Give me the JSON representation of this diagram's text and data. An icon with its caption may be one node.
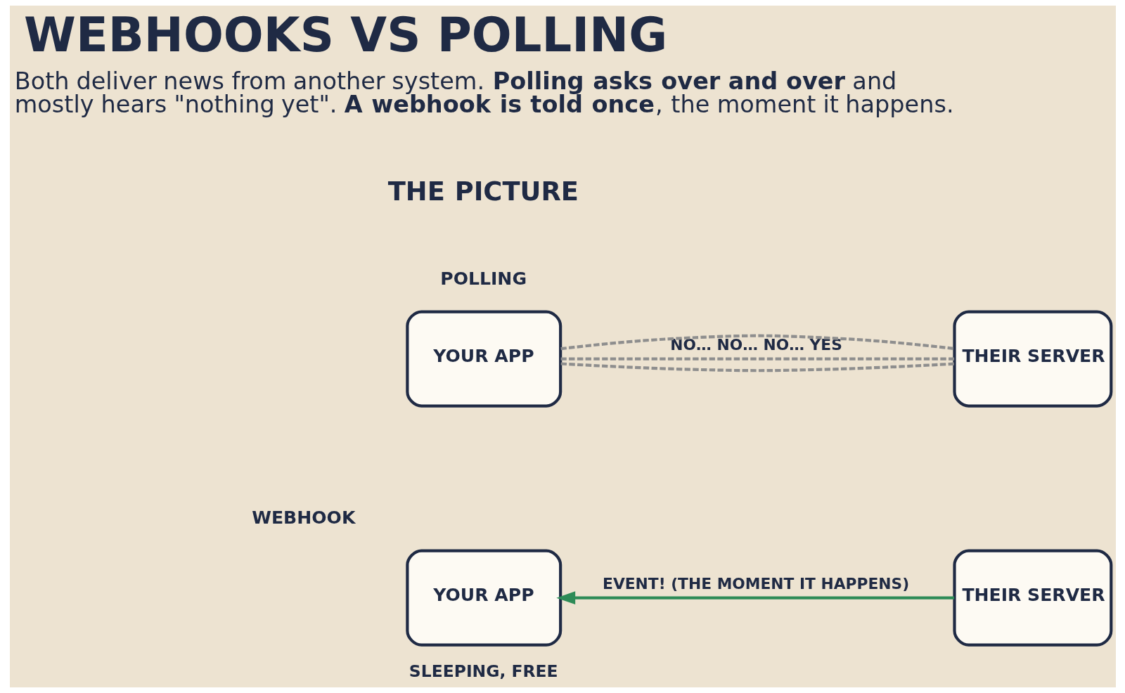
{
  "diagram": {
    "title": "WEBHOOKS VS POLLING",
    "nodes": [
      {
        "text": [
          "YOUR APP"
        ]
      },
      {
        "text": [
          "THEIR SERVER"
        ]
      },
      {
        "text": [
          "YOUR APP"
        ],
        "beside": [
          "SLEEPING, FREE"
        ]
      },
      {
        "text": [
          "THEIR SERVER"
        ]
      }
    ],
    "edges": [
      {
        "from": 0,
        "to": 1,
        "arrow": "none",
        "label": "NO… NO… NO… YES",
        "style": "dashed"
      },
      {
        "from": 0,
        "to": 1,
        "arrow": "none",
        "style": "dashed"
      },
      {
        "from": 0,
        "to": 1,
        "arrow": "none",
        "style": "dashed"
      },
      {
        "from": 3,
        "to": 2,
        "arrow": "to",
        "label": "EVENT! (THE MOMENT IT HAPPENS)",
        "color": "#2e8b57"
      }
    ],
    "labels": [
      "Both deliver news from another system. **Polling asks over and over** and mostly hears \"nothing yet\". **A webhook is told once**, the moment it happens.",
      "THE PICTURE",
      "POLLING",
      "WEBHOOK"
    ]
  }
}
